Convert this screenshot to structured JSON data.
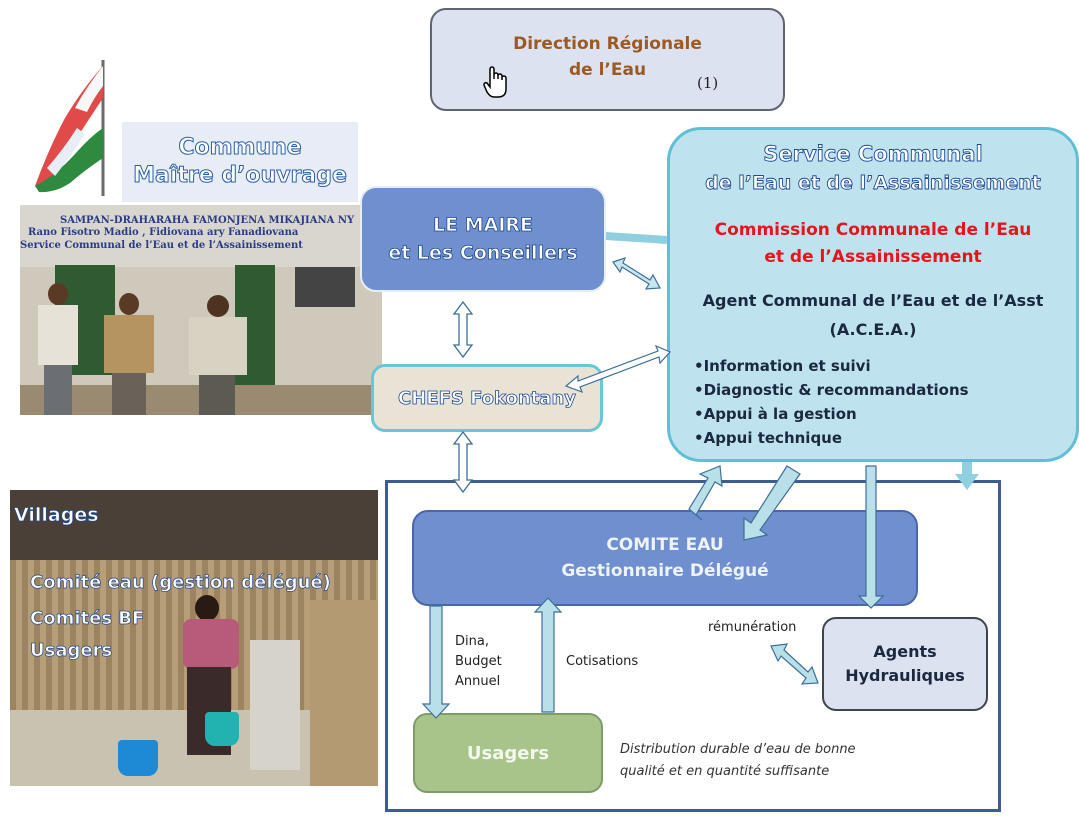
{
  "direction": {
    "line1": "Direction Régionale",
    "line2": "de l’Eau",
    "note": "(1)"
  },
  "commune": {
    "line1": "Commune",
    "line2": "Maître d’ouvrage"
  },
  "photo1": {
    "sign1": "SAMPAN-DRAHARAHA FAMONJENA MIKAJIANA NY",
    "sign2": "Rano  Fisotro  Madio , Fidiovana  ary  Fanadiovana",
    "sign3": "Service   Communal  de  l’Eau  et  de  l’Assainissement"
  },
  "maire": {
    "line1": "LE MAIRE",
    "line2": "et Les Conseillers"
  },
  "chefs": {
    "label": "CHEFS Fokontany"
  },
  "service": {
    "title1": "Service Communal",
    "title2": "de l’Eau et de l’Assainissement",
    "commission1": "Commission Communale de l’Eau",
    "commission2": "et de l’Assainissement",
    "agent1": "Agent Communal de l’Eau et de l’Asst",
    "agent2": "(A.C.E.A.)",
    "bullets": [
      "•Information et suivi",
      "•Diagnostic & recommandations",
      "•Appui à la gestion",
      "•Appui technique"
    ]
  },
  "villages": {
    "line1": "Villages",
    "line2": "Comité eau (gestion délégué)",
    "line3": "Comités BF",
    "line4": "Usagers"
  },
  "comite": {
    "line1": "COMITE EAU",
    "line2": "Gestionnaire Délégué"
  },
  "dina": {
    "line1": "Dina,",
    "line2": "Budget",
    "line3": "Annuel"
  },
  "cotisations": "Cotisations",
  "remuneration": "rémunération",
  "agents": {
    "line1": "Agents",
    "line2": "Hydrauliques"
  },
  "usagers": "Usagers",
  "distribution": {
    "line1": "Distribution durable d’eau de  bonne",
    "line2": "qualité et en quantité suffisante"
  },
  "colors": {
    "accent_red": "#e8141c",
    "node_blue": "#6f8fcf",
    "light_panel": "#dde2f0",
    "arrow": "#b9dfe9",
    "usagers_green": "#a8c48a"
  }
}
